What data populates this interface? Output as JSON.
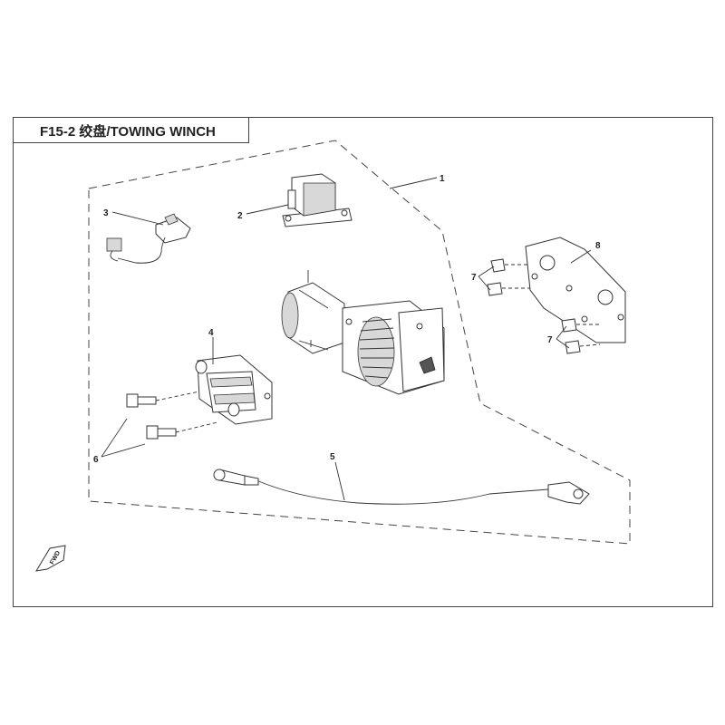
{
  "title": "F15-2  绞盘/TOWING WINCH",
  "callouts": {
    "c1": "1",
    "c2": "2",
    "c3": "3",
    "c4": "4",
    "c5": "5",
    "c6": "6",
    "c7a": "7",
    "c7b": "7",
    "c8": "8"
  },
  "parts": [
    {
      "no": "1",
      "name": "winch-assembly"
    },
    {
      "no": "2",
      "name": "relay-contactor"
    },
    {
      "no": "3",
      "name": "wiring-plug"
    },
    {
      "no": "4",
      "name": "roller-fairlead"
    },
    {
      "no": "5",
      "name": "battery-cable"
    },
    {
      "no": "6",
      "name": "fairlead-bolt"
    },
    {
      "no": "7",
      "name": "mounting-bolt"
    },
    {
      "no": "8",
      "name": "mounting-plate"
    }
  ],
  "fwd_label": "FWD"
}
